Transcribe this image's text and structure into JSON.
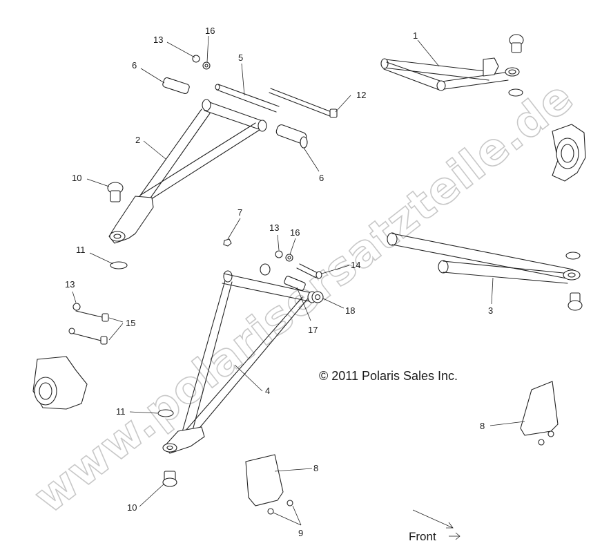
{
  "watermark": "www.polarisersatzteile.de",
  "copyright": "© 2011 Polaris Sales Inc.",
  "direction_label": "Front",
  "callouts": {
    "c1": "1",
    "c2": "2",
    "c3": "3",
    "c4": "4",
    "c5": "5",
    "c6a": "6",
    "c6b": "6",
    "c7": "7",
    "c8a": "8",
    "c8b": "8",
    "c9": "9",
    "c10a": "10",
    "c10b": "10",
    "c11a": "11",
    "c11b": "11",
    "c12": "12",
    "c13a": "13",
    "c13b": "13",
    "c13c": "13",
    "c14": "14",
    "c15": "15",
    "c16a": "16",
    "c16b": "16",
    "c17": "17",
    "c18": "18"
  }
}
